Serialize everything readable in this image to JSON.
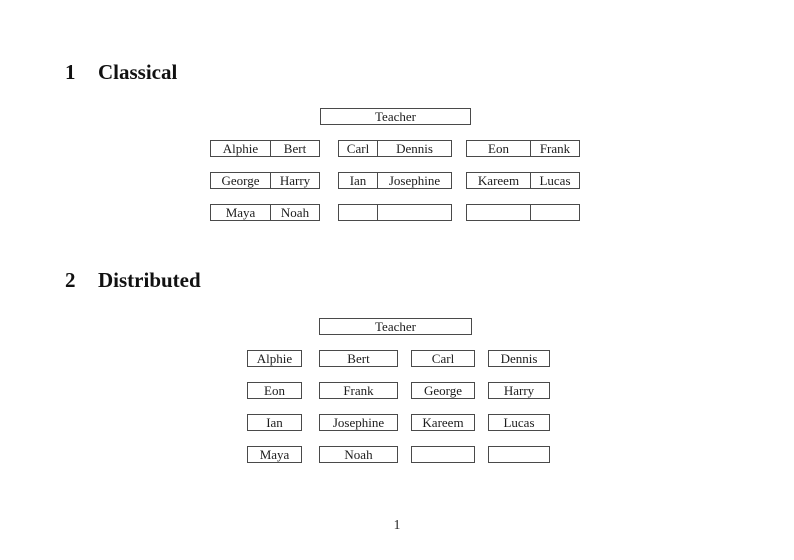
{
  "document": {
    "sections": {
      "classical": {
        "number": "1",
        "title": "Classical",
        "teacher_label": "Teacher",
        "tables": [
          {
            "cells": [
              "Alphie",
              "Bert"
            ]
          },
          {
            "cells": [
              "Carl",
              "Dennis"
            ]
          },
          {
            "cells": [
              "Eon",
              "Frank"
            ]
          },
          {
            "cells": [
              "George",
              "Harry"
            ]
          },
          {
            "cells": [
              "Ian",
              "Josephine"
            ]
          },
          {
            "cells": [
              "Kareem",
              "Lucas"
            ]
          },
          {
            "cells": [
              "Maya",
              "Noah"
            ]
          },
          {
            "cells": [
              "",
              ""
            ]
          },
          {
            "cells": [
              "",
              ""
            ]
          }
        ]
      },
      "distributed": {
        "number": "2",
        "title": "Distributed",
        "teacher_label": "Teacher",
        "desks": [
          "Alphie",
          "Bert",
          "Carl",
          "Dennis",
          "Eon",
          "Frank",
          "George",
          "Harry",
          "Ian",
          "Josephine",
          "Kareem",
          "Lucas",
          "Maya",
          "Noah",
          "",
          ""
        ]
      }
    },
    "footer": {
      "page_number": "1"
    }
  }
}
